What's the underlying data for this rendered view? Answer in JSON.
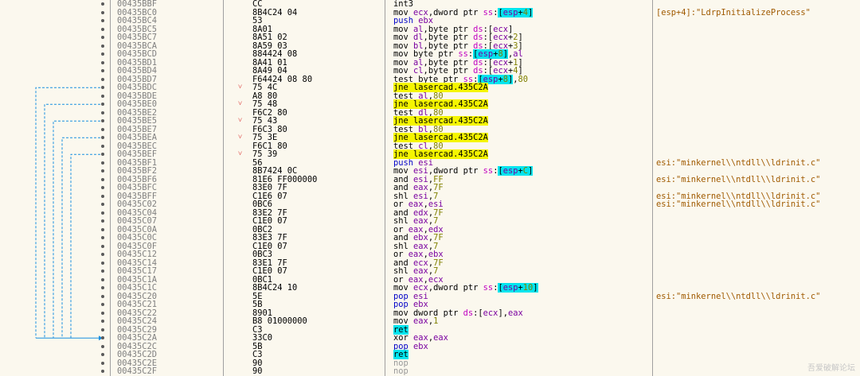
{
  "rows": [
    {
      "addr": "00435BBF",
      "bytes": "CC",
      "ins": "int3"
    },
    {
      "addr": "00435BC0",
      "bytes": "8B4C24 04",
      "ins": "mov ecx,dword ptr ss:[esp+4]",
      "cmt": "[esp+4]:\"LdrpInitializeProcess\""
    },
    {
      "addr": "00435BC4",
      "bytes": "53",
      "ins": "push ebx"
    },
    {
      "addr": "00435BC5",
      "bytes": "8A01",
      "ins": "mov al,byte ptr ds:[ecx]"
    },
    {
      "addr": "00435BC7",
      "bytes": "8A51 02",
      "ins": "mov dl,byte ptr ds:[ecx+2]"
    },
    {
      "addr": "00435BCA",
      "bytes": "8A59 03",
      "ins": "mov bl,byte ptr ds:[ecx+3]"
    },
    {
      "addr": "00435BCD",
      "bytes": "884424 08",
      "ins": "mov byte ptr ss:[esp+8],al"
    },
    {
      "addr": "00435BD1",
      "bytes": "8A41 01",
      "ins": "mov al,byte ptr ds:[ecx+1]"
    },
    {
      "addr": "00435BD4",
      "bytes": "8A49 04",
      "ins": "mov cl,byte ptr ds:[ecx+4]"
    },
    {
      "addr": "00435BD7",
      "bytes": "F64424 08 80",
      "ins": "test byte ptr ss:[esp+8],80"
    },
    {
      "addr": "00435BDC",
      "bytes": "75 4C",
      "ins": "jne lasercad.435C2A",
      "jump": true
    },
    {
      "addr": "00435BDE",
      "bytes": "A8 80",
      "ins": "test al,80"
    },
    {
      "addr": "00435BE0",
      "bytes": "75 48",
      "ins": "jne lasercad.435C2A",
      "jump": true
    },
    {
      "addr": "00435BE2",
      "bytes": "F6C2 80",
      "ins": "test dl,80"
    },
    {
      "addr": "00435BE5",
      "bytes": "75 43",
      "ins": "jne lasercad.435C2A",
      "jump": true
    },
    {
      "addr": "00435BE7",
      "bytes": "F6C3 80",
      "ins": "test bl,80"
    },
    {
      "addr": "00435BEA",
      "bytes": "75 3E",
      "ins": "jne lasercad.435C2A",
      "jump": true
    },
    {
      "addr": "00435BEC",
      "bytes": "F6C1 80",
      "ins": "test cl,80"
    },
    {
      "addr": "00435BEF",
      "bytes": "75 39",
      "ins": "jne lasercad.435C2A",
      "jump": true
    },
    {
      "addr": "00435BF1",
      "bytes": "56",
      "ins": "push esi",
      "cmt": "esi:\"minkernel\\\\ntdll\\\\ldrinit.c\""
    },
    {
      "addr": "00435BF2",
      "bytes": "8B7424 0C",
      "ins": "mov esi,dword ptr ss:[esp+C]"
    },
    {
      "addr": "00435BF6",
      "bytes": "81E6 FF000000",
      "ins": "and esi,FF",
      "cmt": "esi:\"minkernel\\\\ntdll\\\\ldrinit.c\""
    },
    {
      "addr": "00435BFC",
      "bytes": "83E0 7F",
      "ins": "and eax,7F"
    },
    {
      "addr": "00435BFF",
      "bytes": "C1E6 07",
      "ins": "shl esi,7",
      "cmt": "esi:\"minkernel\\\\ntdll\\\\ldrinit.c\""
    },
    {
      "addr": "00435C02",
      "bytes": "0BC6",
      "ins": "or eax,esi",
      "cmt": "esi:\"minkernel\\\\ntdll\\\\ldrinit.c\""
    },
    {
      "addr": "00435C04",
      "bytes": "83E2 7F",
      "ins": "and edx,7F"
    },
    {
      "addr": "00435C07",
      "bytes": "C1E0 07",
      "ins": "shl eax,7"
    },
    {
      "addr": "00435C0A",
      "bytes": "0BC2",
      "ins": "or eax,edx"
    },
    {
      "addr": "00435C0C",
      "bytes": "83E3 7F",
      "ins": "and ebx,7F"
    },
    {
      "addr": "00435C0F",
      "bytes": "C1E0 07",
      "ins": "shl eax,7"
    },
    {
      "addr": "00435C12",
      "bytes": "0BC3",
      "ins": "or eax,ebx"
    },
    {
      "addr": "00435C14",
      "bytes": "83E1 7F",
      "ins": "and ecx,7F"
    },
    {
      "addr": "00435C17",
      "bytes": "C1E0 07",
      "ins": "shl eax,7"
    },
    {
      "addr": "00435C1A",
      "bytes": "0BC1",
      "ins": "or eax,ecx"
    },
    {
      "addr": "00435C1C",
      "bytes": "8B4C24 10",
      "ins": "mov ecx,dword ptr ss:[esp+10]"
    },
    {
      "addr": "00435C20",
      "bytes": "5E",
      "ins": "pop esi",
      "cmt": "esi:\"minkernel\\\\ntdll\\\\ldrinit.c\""
    },
    {
      "addr": "00435C21",
      "bytes": "5B",
      "ins": "pop ebx"
    },
    {
      "addr": "00435C22",
      "bytes": "8901",
      "ins": "mov dword ptr ds:[ecx],eax"
    },
    {
      "addr": "00435C24",
      "bytes": "B8 01000000",
      "ins": "mov eax,1"
    },
    {
      "addr": "00435C29",
      "bytes": "C3",
      "ins": "ret"
    },
    {
      "addr": "00435C2A",
      "bytes": "33C0",
      "ins": "xor eax,eax"
    },
    {
      "addr": "00435C2C",
      "bytes": "5B",
      "ins": "pop ebx"
    },
    {
      "addr": "00435C2D",
      "bytes": "C3",
      "ins": "ret"
    },
    {
      "addr": "00435C2E",
      "bytes": "90",
      "ins": "nop"
    },
    {
      "addr": "00435C2F",
      "bytes": "90",
      "ins": "nop"
    }
  ],
  "jump_target_row": 40,
  "watermark": "吾爱破解论坛"
}
